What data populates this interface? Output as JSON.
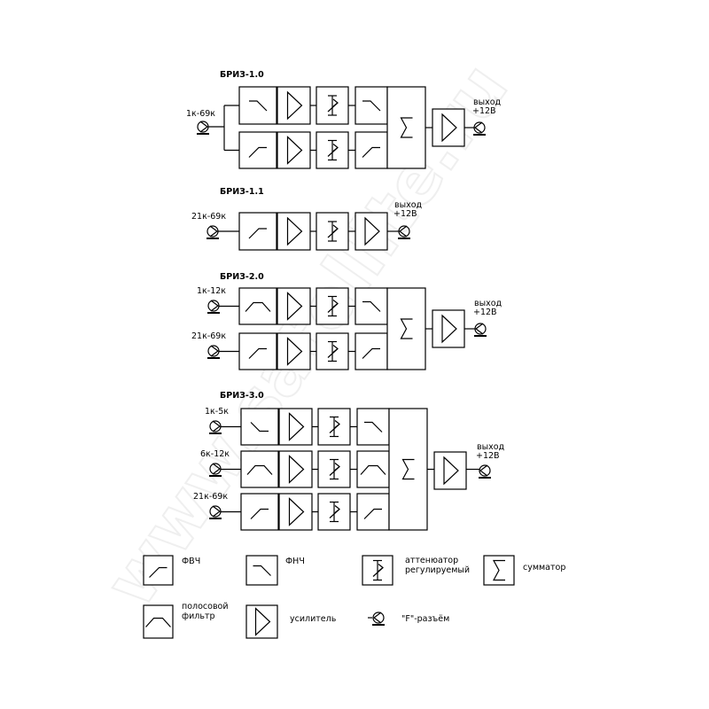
{
  "watermark": "www.satellite.ru",
  "sections": [
    {
      "title": "БРИЗ-1.0",
      "inputs": [
        "1к-69к"
      ],
      "rows": [
        [
          "lpf",
          "amplifier",
          "attenuator",
          "lpf"
        ],
        [
          "hpf",
          "amplifier",
          "attenuator",
          "hpf"
        ]
      ],
      "output": [
        "выход",
        "+12В"
      ]
    },
    {
      "title": "БРИЗ-1.1",
      "inputs": [
        "21к-69к"
      ],
      "rows": [
        [
          "hpf",
          "amplifier",
          "attenuator",
          "amplifier"
        ]
      ],
      "output": [
        "выход",
        "+12В"
      ]
    },
    {
      "title": "БРИЗ-2.0",
      "inputs": [
        "1к-12к",
        "21к-69к"
      ],
      "rows": [
        [
          "bandpass",
          "amplifier",
          "attenuator",
          "lpf"
        ],
        [
          "hpf",
          "amplifier",
          "attenuator",
          "hpf"
        ]
      ],
      "output": [
        "выход",
        "+12В"
      ]
    },
    {
      "title": "БРИЗ-3.0",
      "inputs": [
        "1к-5к",
        "6к-12к",
        "21к-69к"
      ],
      "rows": [
        [
          "lpf-step",
          "amplifier",
          "attenuator",
          "lpf"
        ],
        [
          "bandpass",
          "amplifier",
          "attenuator",
          "bandpass"
        ],
        [
          "hpf",
          "amplifier",
          "attenuator",
          "hpf"
        ]
      ],
      "output": [
        "выход",
        "+12В"
      ]
    }
  ],
  "legend": [
    {
      "icon": "hpf",
      "label": [
        "ФВЧ"
      ]
    },
    {
      "icon": "lpf",
      "label": [
        "ФНЧ"
      ]
    },
    {
      "icon": "attenuator",
      "label": [
        "аттенюатор",
        "регулируемый"
      ]
    },
    {
      "icon": "summator",
      "label": [
        "сумматор"
      ]
    },
    {
      "icon": "bandpass",
      "label": [
        "полосовой",
        "фильтр"
      ]
    },
    {
      "icon": "amplifier",
      "label": [
        "усилитель"
      ]
    },
    {
      "icon": "f-connector",
      "label": [
        "\"F\"-разъём"
      ]
    }
  ]
}
